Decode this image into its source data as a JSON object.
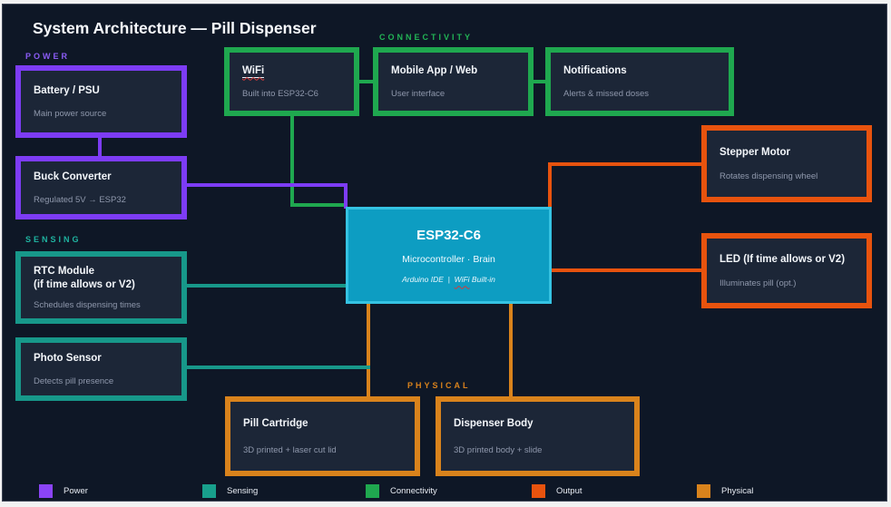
{
  "page_title": "System Architecture — Pill Dispenser",
  "sections": {
    "power": "POWER",
    "sensing": "SENSING",
    "connectivity": "CONNECTIVITY",
    "physical": "PHYSICAL"
  },
  "nodes": {
    "battery": {
      "title": "Battery / PSU",
      "subtitle": "Main power source",
      "category": "power"
    },
    "buck": {
      "title": "Buck Converter",
      "subtitle": "Regulated 5V → ESP32",
      "category": "power"
    },
    "rtc": {
      "title_line1": "RTC Module",
      "title_line2": "(if time allows or V2)",
      "subtitle": "Schedules dispensing times",
      "category": "sensing"
    },
    "photo": {
      "title": "Photo Sensor",
      "subtitle": "Detects pill presence",
      "category": "sensing"
    },
    "wifi": {
      "title": "WiFi",
      "subtitle": "Built into ESP32-C6",
      "category": "connectivity"
    },
    "mobile": {
      "title": "Mobile App / Web",
      "subtitle": "User interface",
      "category": "connectivity"
    },
    "notifications": {
      "title": "Notifications",
      "subtitle": "Alerts & missed doses",
      "category": "connectivity"
    },
    "stepper": {
      "title": "Stepper Motor",
      "subtitle": "Rotates dispensing wheel",
      "category": "output"
    },
    "led": {
      "title": "LED (If time allows or V2)",
      "subtitle": "Illuminates pill (opt.)",
      "category": "output"
    },
    "esp32": {
      "title": "ESP32-C6",
      "subtitle": "Microcontroller · Brain",
      "meta_left": "Arduino IDE",
      "meta_sep": "|",
      "meta_wifi": "WiFi",
      "meta_rest": "Built-in"
    },
    "pill_cartridge": {
      "title": "Pill Cartridge",
      "subtitle": "3D printed + laser cut lid",
      "category": "physical"
    },
    "dispenser_body": {
      "title": "Dispenser Body",
      "subtitle": "3D printed body + slide",
      "category": "physical"
    }
  },
  "legend": {
    "power": {
      "label": "Power",
      "color": "#8b44f7"
    },
    "sensing": {
      "label": "Sensing",
      "color": "#18a08c"
    },
    "connectivity": {
      "label": "Connectivity",
      "color": "#1fa84f"
    },
    "output": {
      "label": "Output",
      "color": "#e8530e"
    },
    "physical": {
      "label": "Physical",
      "color": "#d9831c"
    }
  },
  "colors": {
    "canvas_background": "#0e1726",
    "node_fill": "#1c2637",
    "power": "#7d3cf5",
    "sensing": "#17988a",
    "connectivity": "#1fa84f",
    "output": "#e8530e",
    "physical": "#d9831c",
    "esp32_fill": "#0d9dc2",
    "esp32_border": "#35c3e2"
  }
}
